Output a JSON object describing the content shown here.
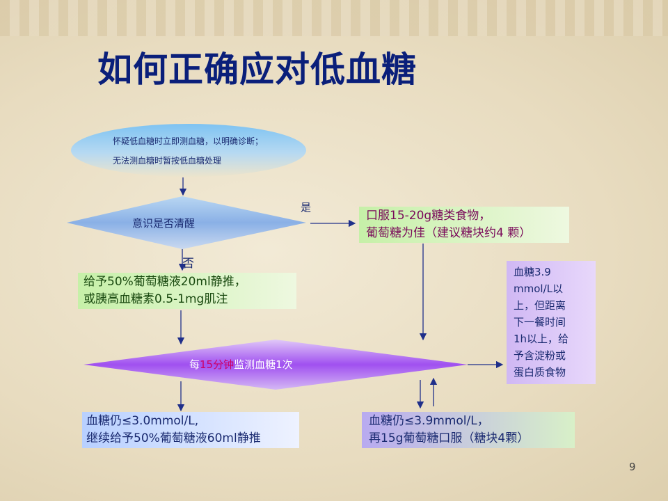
{
  "title": "如何正确应对低血糖",
  "start": {
    "line1": "怀疑低血糖时立即测血糖，以明确诊断；",
    "line2": "无法测血糖时暂按低血糖处理"
  },
  "decision1": {
    "text": "意识是否清醒",
    "yes": "是",
    "no": "否"
  },
  "yes_box": {
    "line1": "口服15-20g糖类食物，",
    "line2": "葡萄糖为佳（建议糖块约4 颗）"
  },
  "no_box": {
    "line1": "给予50%葡萄糖液20ml静推，",
    "line2": "或胰高血糖素0.5-1mg肌注"
  },
  "decision2": {
    "pre": "每",
    "num": "15分钟",
    "post": "监测血糖1次"
  },
  "right_box": {
    "lines": [
      "血糖3.9",
      "mmol/L以",
      "上，但距离",
      "下一餐时间",
      "1h以上，给",
      "予含淀粉或",
      "蛋白质食物"
    ]
  },
  "low_left": {
    "line1": "血糖仍≤3.0mmol/L,",
    "line2": "继续给予50%葡萄糖液60ml静推"
  },
  "low_right": {
    "line1": "血糖仍≤3.9mmol/L，",
    "line2": "再15g葡萄糖口服（糖块4颗）"
  },
  "page_number": "9",
  "colors": {
    "title": "#0a1f7a",
    "arrow": "#1f2f8a",
    "highlight": "#cc0066"
  }
}
